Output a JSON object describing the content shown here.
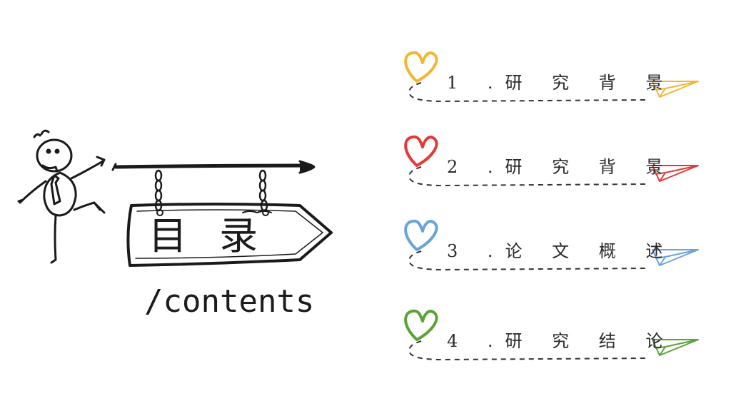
{
  "title": {
    "chinese": "目 录",
    "english": "/contents"
  },
  "toc": {
    "items": [
      {
        "label": "1 .研 究 背 景",
        "color": "#f2b632"
      },
      {
        "label": "2 .研 究 背 景",
        "color": "#e53935"
      },
      {
        "label": "3 .论 文 概 述",
        "color": "#6aa3d8"
      },
      {
        "label": "4 .研 究 结 论",
        "color": "#5aa33a"
      }
    ]
  },
  "icons": {
    "item_marker": "heart-icon",
    "item_end": "paper-plane-icon",
    "figure": "stick-figure",
    "sign": "hanging-sign"
  }
}
